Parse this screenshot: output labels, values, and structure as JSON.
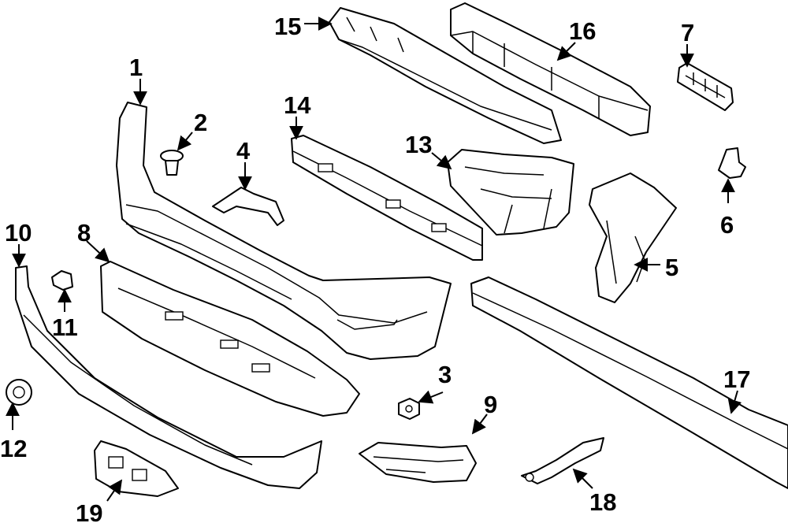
{
  "callouts": [
    {
      "id": "1",
      "label": "1"
    },
    {
      "id": "2",
      "label": "2"
    },
    {
      "id": "3",
      "label": "3"
    },
    {
      "id": "4",
      "label": "4"
    },
    {
      "id": "5",
      "label": "5"
    },
    {
      "id": "6",
      "label": "6"
    },
    {
      "id": "7",
      "label": "7"
    },
    {
      "id": "8",
      "label": "8"
    },
    {
      "id": "9",
      "label": "9"
    },
    {
      "id": "10",
      "label": "10"
    },
    {
      "id": "11",
      "label": "11"
    },
    {
      "id": "12",
      "label": "12"
    },
    {
      "id": "13",
      "label": "13"
    },
    {
      "id": "14",
      "label": "14"
    },
    {
      "id": "15",
      "label": "15"
    },
    {
      "id": "16",
      "label": "16"
    },
    {
      "id": "17",
      "label": "17"
    },
    {
      "id": "18",
      "label": "18"
    },
    {
      "id": "19",
      "label": "19"
    }
  ],
  "colors": {
    "line": "#000000",
    "background": "#ffffff"
  }
}
